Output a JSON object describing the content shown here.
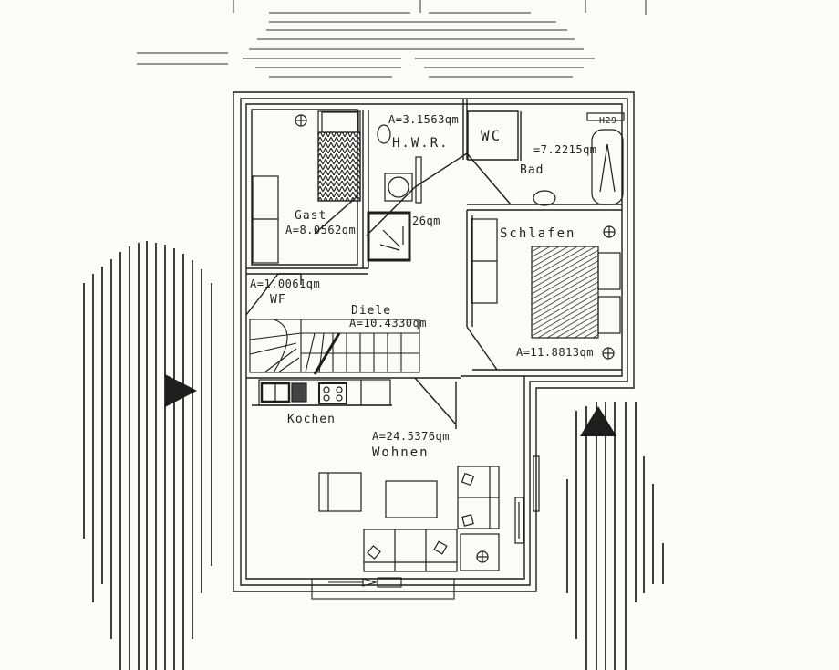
{
  "plan": {
    "title": "Floor plan (scanned architectural drawing)",
    "colors": {
      "ink": "#1e1e1e",
      "paper": "#fbfbfa",
      "hatch": "#2a2a2a"
    },
    "rooms": [
      {
        "id": "gast",
        "name": "Gast",
        "area": "A=8.0562qm"
      },
      {
        "id": "hwr",
        "name": "H.W.R.",
        "area": "A=3.1563qm"
      },
      {
        "id": "wc",
        "name": "WC"
      },
      {
        "id": "bad",
        "name": "Bad",
        "area": "=7.2215qm"
      },
      {
        "id": "schlafen",
        "name": "Schlafen",
        "area": "A=11.8813qm"
      },
      {
        "id": "wf",
        "name": "WF",
        "area": "A=1.0061qm"
      },
      {
        "id": "diele",
        "name": "Diele",
        "area": "A=10.4330qm"
      },
      {
        "id": "kochen",
        "name": "Kochen"
      },
      {
        "id": "wohnen",
        "name": "Wohnen",
        "area": "A=24.5376qm"
      }
    ],
    "misc_labels": {
      "shower_area": "26qm",
      "radiator_tag": "H29"
    },
    "symbols": [
      {
        "name": "entrance-arrow-west",
        "type": "triangle"
      },
      {
        "name": "entrance-arrow-south",
        "type": "triangle"
      }
    ]
  }
}
